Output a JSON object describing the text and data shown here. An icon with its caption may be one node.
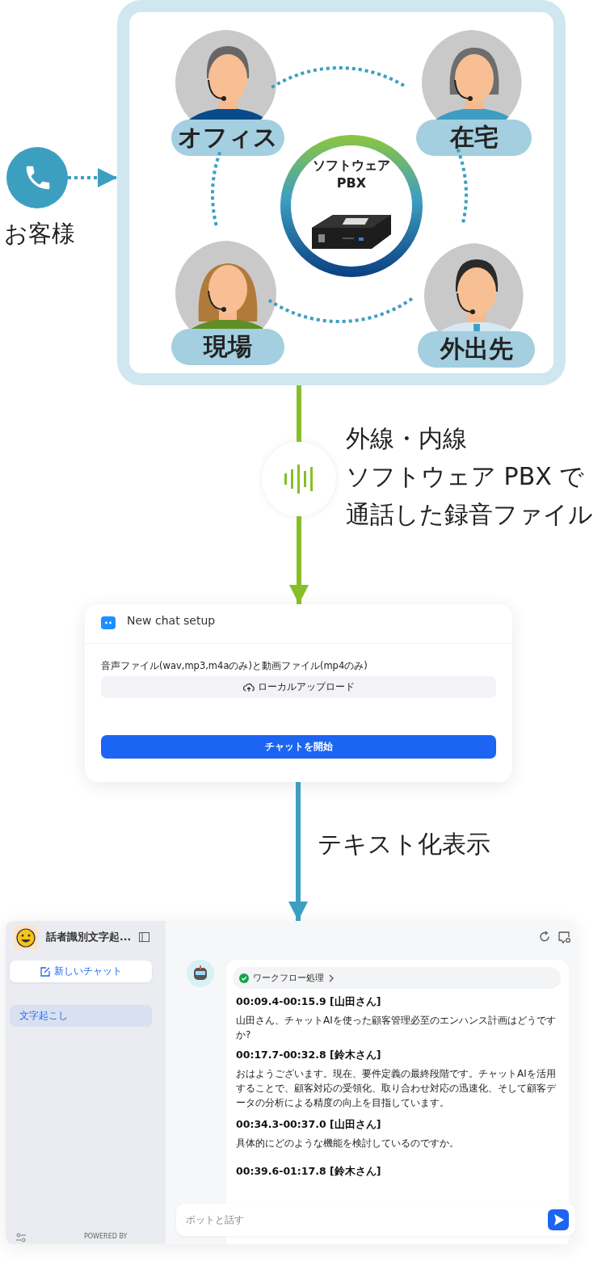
{
  "diagram": {
    "nodes": [
      {
        "text": [],
        "shape": "circle",
        "beside": [
          "お客様"
        ]
      },
      {
        "text": [],
        "shape": "box"
      },
      {
        "text": [
          "オフィス"
        ],
        "in": 1
      },
      {
        "text": [
          "在宅"
        ],
        "in": 1
      },
      {
        "text": [
          "ソフトウェア PBX"
        ],
        "in": 1
      },
      {
        "text": [
          "現場"
        ],
        "in": 1
      },
      {
        "text": [
          "外出先"
        ],
        "in": 1
      },
      {
        "text": [],
        "shape": "circle",
        "beside": [
          "外線・内線",
          "ソフトウェア PBX で",
          "通話した録音ファイル"
        ]
      },
      {
        "text": [
          "New chat setup",
          "音声ファイル(wav,mp3,m4aのみ)と動画ファイル(mp4のみ)"
        ]
      },
      {
        "text": [],
        "shape": "box"
      }
    ],
    "edges": [
      {
        "from": 0,
        "to": 1,
        "arrow": "to",
        "style": "dashed"
      },
      {
        "from": 2,
        "to": 3,
        "arrow": "none",
        "style": "dashed"
      },
      {
        "from": 3,
        "to": 6,
        "arrow": "none",
        "style": "dashed"
      },
      {
        "from": 6,
        "to": 5,
        "arrow": "none",
        "style": "dashed"
      },
      {
        "from": 5,
        "to": 2,
        "arrow": "none",
        "style": "dashed"
      },
      {
        "from": 1,
        "to": 7,
        "arrow": "none",
        "color": "#86bf2a"
      },
      {
        "from": 7,
        "to": 8,
        "arrow": "to",
        "color": "#86bf2a"
      },
      {
        "from": 8,
        "to": 9,
        "arrow": "to",
        "label": "テキスト化表示"
      }
    ],
    "labels": [
      "ローカルアップロード",
      "チャットを開始",
      "話者識別文字起...",
      "新しいチャット",
      "文字起こし",
      "POWERED BY",
      "ワークフロー処理",
      "00:09.4-00:15.9 [山田さん]",
      "山田さん、チャットAIを使った顧客管理必至のエンハンス計画はどうですか?",
      "00:17.7-00:32.8 [鈴木さん]",
      "おはようございます。現在、要件定義の最終段階です。チャットAIを活用することで、顧客対応の受領化、取り合わせ対応の迅速化、そして顧客データの分析による精度の向上を目指しています。",
      "00:34.3-00:37.0 [山田さん]",
      "具体的にどのような機能を検討しているのですか。",
      "00:39.6-01:17.8 [鈴木さん]",
      "ボットと話す"
    ]
  }
}
